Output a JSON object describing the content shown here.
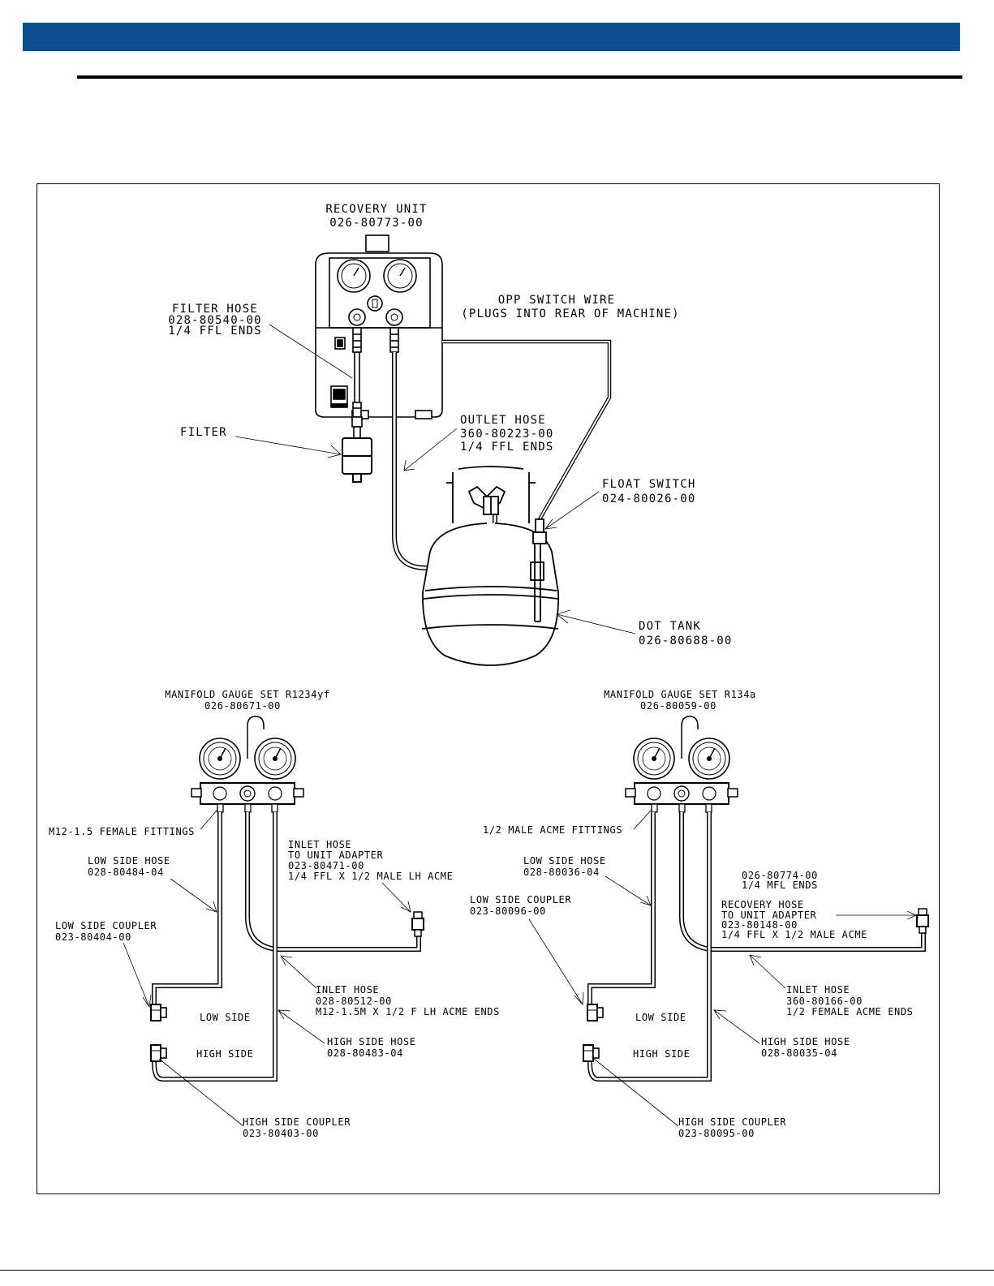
{
  "labels": {
    "recovery_unit": {
      "name": "RECOVERY UNIT",
      "part": "026-80773-00"
    },
    "opp_switch_wire": {
      "name": "OPP SWITCH WIRE",
      "note": "(PLUGS INTO REAR OF MACHINE)"
    },
    "filter_hose": {
      "name": "FILTER HOSE",
      "part": "028-80540-00",
      "spec": "1/4 FFL ENDS"
    },
    "filter": {
      "name": "FILTER"
    },
    "outlet_hose": {
      "name": "OUTLET HOSE",
      "part": "360-80223-00",
      "spec": "1/4 FFL ENDS"
    },
    "float_switch": {
      "name": "FLOAT SWITCH",
      "part": "024-80026-00"
    },
    "dot_tank": {
      "name": "DOT TANK",
      "part": "026-80688-00"
    }
  },
  "left_set": {
    "title": "MANIFOLD GAUGE SET R1234yf",
    "part": "026-80671-00",
    "fittings": "M12-1.5 FEMALE FITTINGS",
    "low_side_hose": {
      "name": "LOW SIDE HOSE",
      "part": "028-80484-04"
    },
    "low_side_coupler": {
      "name": "LOW SIDE COUPLER",
      "part": "023-80404-00"
    },
    "inlet_adapter": {
      "line1": "INLET HOSE",
      "line2": "TO UNIT ADAPTER",
      "part": "023-80471-00",
      "spec": "1/4 FFL X 1/2 MALE LH ACME"
    },
    "inlet_hose": {
      "name": "INLET HOSE",
      "part": "028-80512-00",
      "spec": "M12-1.5M X 1/2 F LH ACME ENDS"
    },
    "high_side_hose": {
      "name": "HIGH SIDE HOSE",
      "part": "028-80483-04"
    },
    "high_side_coupler": {
      "name": "HIGH SIDE COUPLER",
      "part": "023-80403-00"
    },
    "low_side": "LOW SIDE",
    "high_side": "HIGH SIDE"
  },
  "right_set": {
    "title": "MANIFOLD GAUGE SET R134a",
    "part": "026-80059-00",
    "fittings": "1/2 MALE ACME FITTINGS",
    "low_side_hose": {
      "name": "LOW SIDE HOSE",
      "part": "028-80036-04"
    },
    "low_side_coupler": {
      "name": "LOW SIDE COUPLER",
      "part": "023-80096-00"
    },
    "recovery_adapter_kit": {
      "part": "026-80774-00",
      "spec": "1/4 MFL ENDS"
    },
    "recovery_adapter": {
      "line1": "RECOVERY HOSE",
      "line2": "TO UNIT ADAPTER",
      "part": "023-80148-00",
      "spec": "1/4 FFL X 1/2 MALE ACME"
    },
    "inlet_hose": {
      "name": "INLET HOSE",
      "part": "360-80166-00",
      "spec": "1/2 FEMALE ACME ENDS"
    },
    "high_side_hose": {
      "name": "HIGH SIDE HOSE",
      "part": "028-80035-04"
    },
    "high_side_coupler": {
      "name": "HIGH SIDE COUPLER",
      "part": "023-80095-00"
    },
    "low_side": "LOW SIDE",
    "high_side": "HIGH SIDE"
  },
  "colors": {
    "header_bar": "#0b4f8f",
    "line": "#000000"
  }
}
